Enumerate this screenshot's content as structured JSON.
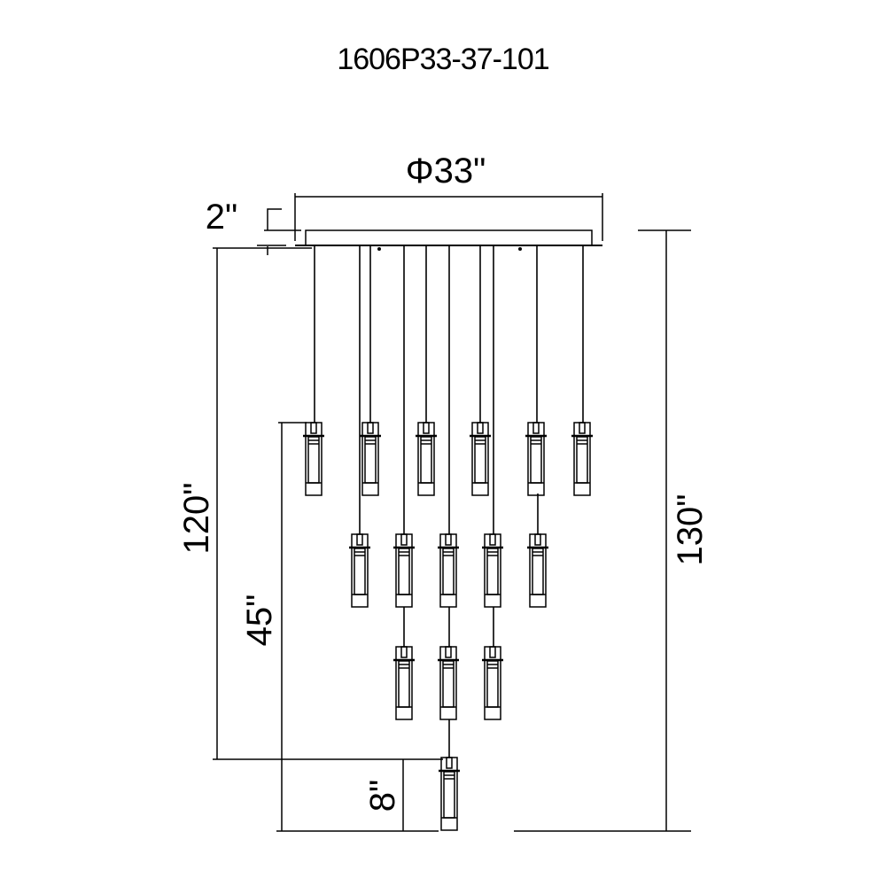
{
  "title": "1606P33-37-101",
  "dimensions": {
    "diameter": "Φ33\"",
    "canopy_height": "2\"",
    "overall_min": "120\"",
    "overall_max": "130\"",
    "pendant_span": "45\"",
    "pendant_height": "8\""
  },
  "colors": {
    "line": "#000000",
    "background": "#ffffff"
  }
}
